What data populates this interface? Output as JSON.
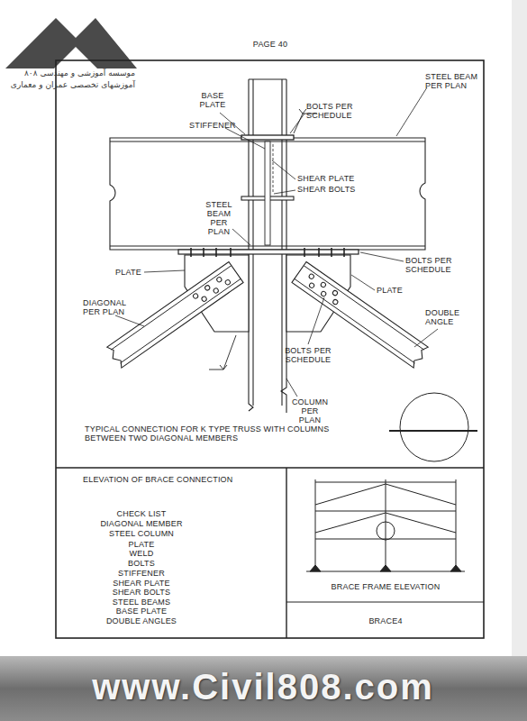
{
  "diagram": {
    "labels": [
      "PAGE 40",
      "موسسه آموزشی و مهندسی ۸۰۸",
      "آموزشهای تخصصی عمران و معماری",
      "BASE PLATE",
      "BOLTS PER SCHEDULE",
      "STEEL BEAM PER PLAN",
      "STIFFENER",
      "SHEAR PLATE",
      "SHEAR BOLTS",
      "STEEL BEAM PER PLAN",
      "PLATE",
      "BOLTS PER SCHEDULE",
      "DIAGONAL PER PLAN",
      "PLATE",
      "DOUBLE ANGLE",
      "BOLTS PER SCHEDULE",
      "COLUMN PER PLAN",
      "TYPICAL CONNECTION FOR K TYPE TRUSS WITH COLUMNS BETWEEN TWO DIAGONAL MEMBERS",
      "ELEVATION OF BRACE CONNECTION",
      "CHECK LIST",
      "DIAGONAL MEMBER",
      "STEEL COLUMN",
      "PLATE",
      "WELD",
      "BOLTS",
      "STIFFENER",
      "SHEAR PLATE",
      "SHEAR BOLTS",
      "STEEL BEAMS",
      "BASE PLATE",
      "DOUBLE ANGLES",
      "BRACE FRAME ELEVATION",
      "BRACE4",
      "www.Civil808.com"
    ]
  }
}
